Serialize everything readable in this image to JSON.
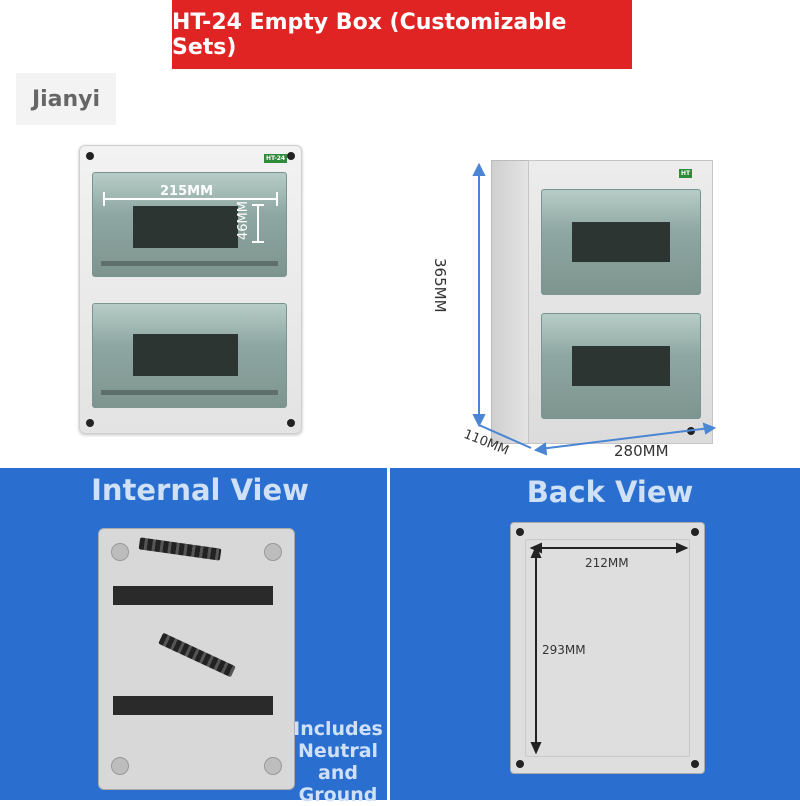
{
  "banner": {
    "title": "HT-24 Empty Box (Customizable Sets)"
  },
  "brand": {
    "name": "Jianyi"
  },
  "front_view": {
    "badge": "HT-24",
    "width_label": "215MM",
    "height_label": "46MM"
  },
  "angled_view": {
    "height_label": "365MM",
    "depth_label": "110MM",
    "width_label": "280MM"
  },
  "internal_view": {
    "title": "Internal View",
    "note": "Includes Neutral and Ground"
  },
  "back_view": {
    "title": "Back View",
    "width_label": "212MM",
    "height_label": "293MM"
  },
  "colors": {
    "banner_red": "#e02424",
    "panel_blue": "#2a6fcf",
    "badge_green": "#2e8b3a",
    "dimension_blue": "#4a86d4"
  }
}
